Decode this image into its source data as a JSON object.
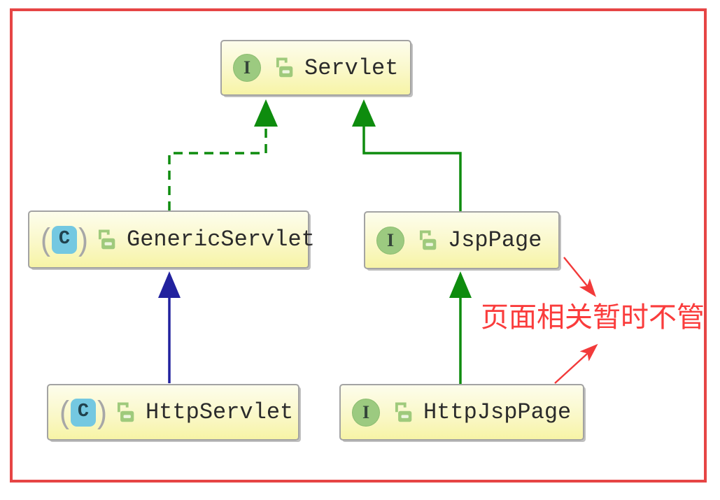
{
  "diagram": {
    "nodes": [
      {
        "id": "servlet",
        "label": "Servlet",
        "kind": "interface"
      },
      {
        "id": "genericservlet",
        "label": "GenericServlet",
        "kind": "abstract-class"
      },
      {
        "id": "jsppage",
        "label": "JspPage",
        "kind": "interface"
      },
      {
        "id": "httpservlet",
        "label": "HttpServlet",
        "kind": "abstract-class"
      },
      {
        "id": "httpjsppage",
        "label": "HttpJspPage",
        "kind": "interface"
      }
    ],
    "edges": [
      {
        "from": "GenericServlet",
        "to": "Servlet",
        "type": "implements",
        "style": "dashed",
        "color": "#0e8c0e"
      },
      {
        "from": "JspPage",
        "to": "Servlet",
        "type": "extends",
        "style": "solid",
        "color": "#0e8c0e"
      },
      {
        "from": "HttpServlet",
        "to": "GenericServlet",
        "type": "extends",
        "style": "solid",
        "color": "#22229e"
      },
      {
        "from": "HttpJspPage",
        "to": "JspPage",
        "type": "extends",
        "style": "solid",
        "color": "#0e8c0e"
      },
      {
        "from": "JspPage",
        "to": "annotation",
        "type": "callout",
        "style": "solid",
        "color": "#f23a3a"
      },
      {
        "from": "HttpJspPage",
        "to": "annotation",
        "type": "callout",
        "style": "solid",
        "color": "#f23a3a"
      }
    ],
    "annotation": {
      "text": "页面相关暂时不管",
      "color": "#fa3c3c"
    }
  },
  "icons": {
    "interface_letter": "I",
    "class_letter": "C",
    "paren_open": "(",
    "paren_close": ")",
    "unlock_icon": "open-padlock"
  },
  "colors": {
    "frame_red": "#e64545",
    "node_fill_top": "#fdfdec",
    "node_fill_bottom": "#f7f4a6",
    "node_border": "#a3a3a3",
    "green_edge": "#0e8c0e",
    "blue_edge": "#22229e",
    "annotation_red": "#fa3c3c",
    "interface_icon_green": "#9cca80",
    "class_icon_cyan": "#74c8e1"
  }
}
